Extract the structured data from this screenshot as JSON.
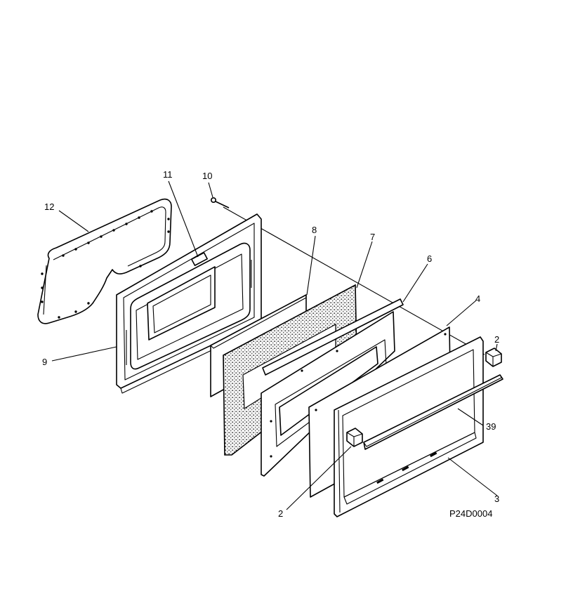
{
  "callouts": [
    {
      "id": "c12",
      "label": "12"
    },
    {
      "id": "c11",
      "label": "11"
    },
    {
      "id": "c10",
      "label": "10"
    },
    {
      "id": "c9",
      "label": "9"
    },
    {
      "id": "c8",
      "label": "8"
    },
    {
      "id": "c7",
      "label": "7"
    },
    {
      "id": "c6",
      "label": "6"
    },
    {
      "id": "c4",
      "label": "4"
    },
    {
      "id": "c2a",
      "label": "2"
    },
    {
      "id": "c39",
      "label": "39"
    },
    {
      "id": "c3",
      "label": "3"
    },
    {
      "id": "c2b",
      "label": "2"
    }
  ],
  "diagram_code": "P24D0004"
}
